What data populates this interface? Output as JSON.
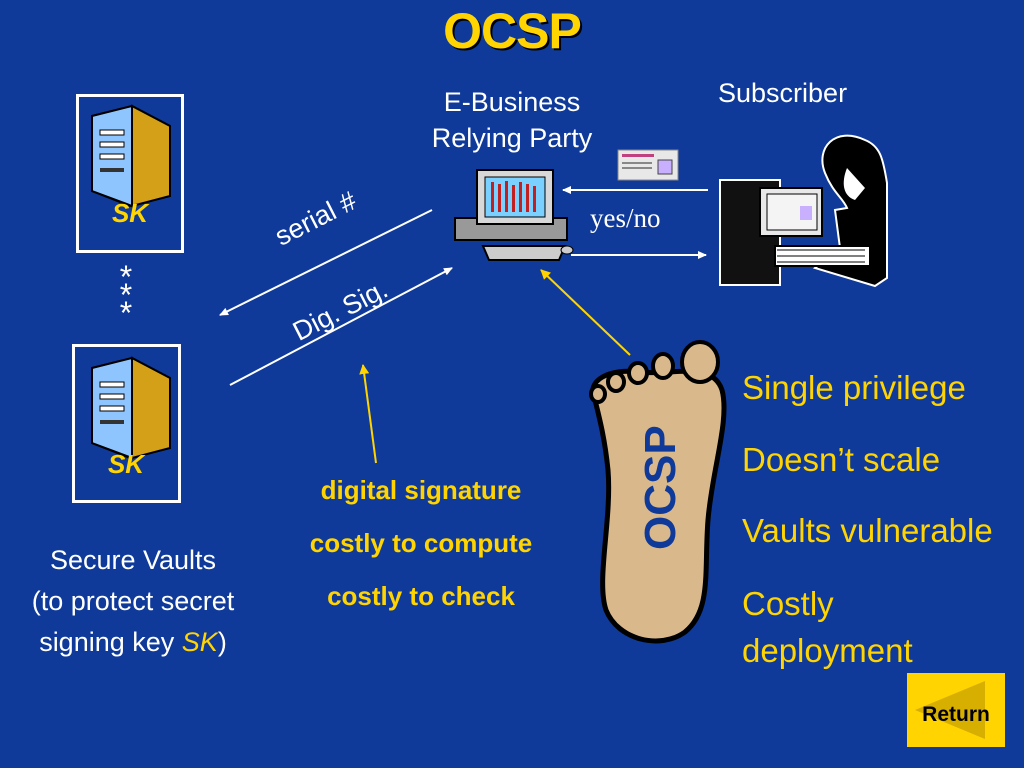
{
  "title": "OCSP",
  "relying_party": {
    "line1": "E-Business",
    "line2": "Relying Party"
  },
  "subscriber": "Subscriber",
  "vaults": {
    "sk_label_top": "SK",
    "sk_label_bottom": "SK",
    "separator": "* * *"
  },
  "secure_vaults": {
    "line1": "Secure Vaults",
    "line2": "(to protect secret",
    "line3_prefix": "signing key ",
    "line3_key": "SK",
    "line3_suffix": ")"
  },
  "arrows": {
    "serial": "serial #",
    "digsig": "Dig. Sig.",
    "yesno": "yes/no"
  },
  "costs": [
    "digital signature",
    "costly to compute",
    "costly to check"
  ],
  "foot_label": "OCSP",
  "issues": [
    "Single privilege",
    "Doesn’t scale",
    "Vaults vulnerable",
    "Costly",
    "deployment"
  ],
  "return_label": "Return",
  "colors": {
    "background": "#0f3a99",
    "accent": "#ffd400",
    "foot": "#d9b98c"
  }
}
